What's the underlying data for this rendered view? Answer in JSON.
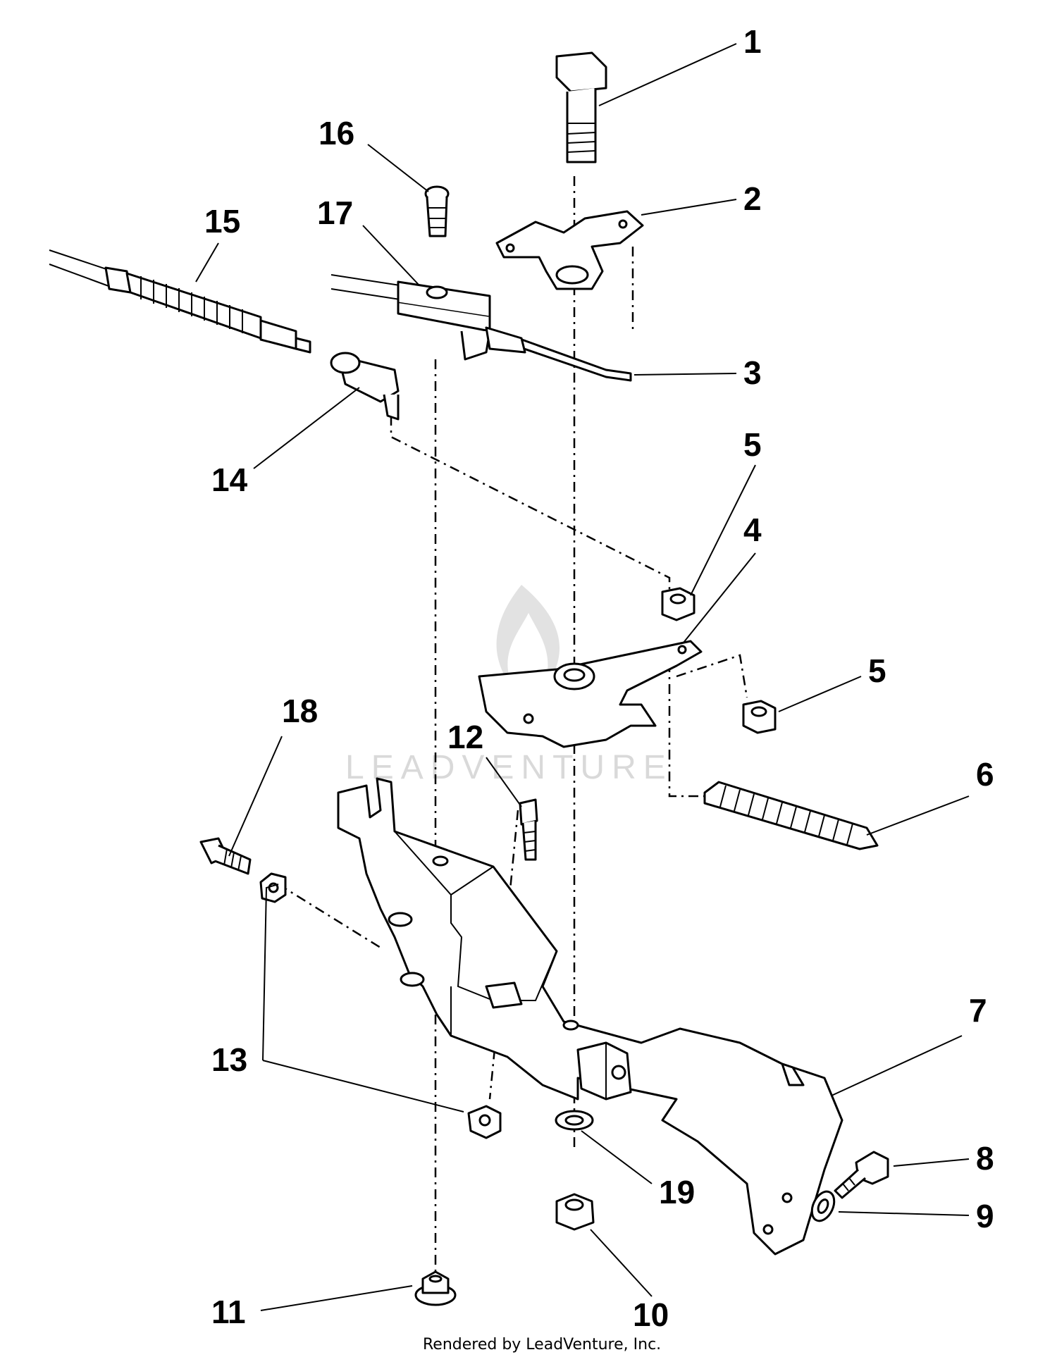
{
  "footer": {
    "credit": "Rendered by LeadVenture, Inc."
  },
  "watermark": {
    "text": "LEADVENTURE"
  },
  "callouts": [
    {
      "num": "1",
      "name": "callout-1"
    },
    {
      "num": "2",
      "name": "callout-2"
    },
    {
      "num": "3",
      "name": "callout-3"
    },
    {
      "num": "4",
      "name": "callout-4"
    },
    {
      "num": "5",
      "name": "callout-5-upper"
    },
    {
      "num": "5",
      "name": "callout-5-lower"
    },
    {
      "num": "6",
      "name": "callout-6"
    },
    {
      "num": "7",
      "name": "callout-7"
    },
    {
      "num": "8",
      "name": "callout-8"
    },
    {
      "num": "9",
      "name": "callout-9"
    },
    {
      "num": "10",
      "name": "callout-10"
    },
    {
      "num": "11",
      "name": "callout-11"
    },
    {
      "num": "12",
      "name": "callout-12"
    },
    {
      "num": "13",
      "name": "callout-13"
    },
    {
      "num": "14",
      "name": "callout-14"
    },
    {
      "num": "15",
      "name": "callout-15"
    },
    {
      "num": "16",
      "name": "callout-16"
    },
    {
      "num": "17",
      "name": "callout-17"
    },
    {
      "num": "18",
      "name": "callout-18"
    },
    {
      "num": "19",
      "name": "callout-19"
    }
  ]
}
